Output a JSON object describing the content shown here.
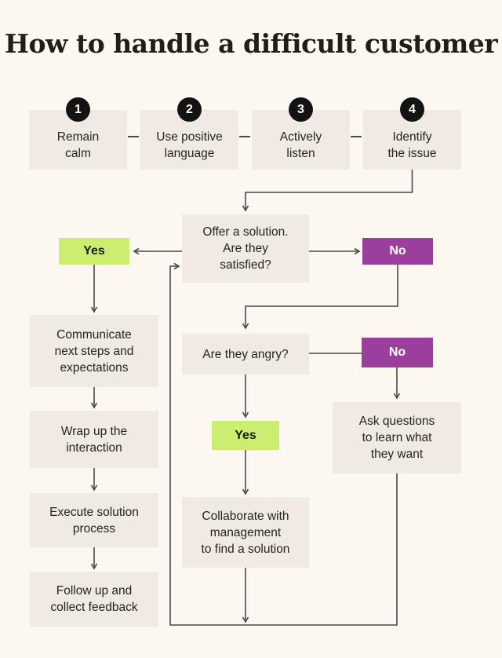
{
  "title": "How to handle a difficult customer",
  "colors": {
    "background": "#FCF7F0",
    "node_fill": "#F1EAE2",
    "yes_green": "#CBEE70",
    "no_purple": "#9C3E9C",
    "line": "#4A4A4A",
    "badge": "#131313",
    "text": "#26231E"
  },
  "steps": [
    {
      "number": "1",
      "label": "Remain\ncalm"
    },
    {
      "number": "2",
      "label": "Use positive\nlanguage"
    },
    {
      "number": "3",
      "label": "Actively\nlisten"
    },
    {
      "number": "4",
      "label": "Identify\nthe issue"
    }
  ],
  "nodes": {
    "offer": "Offer a solution.\nAre they\nsatisfied?",
    "yes1": "Yes",
    "no1": "No",
    "communicate": "Communicate\nnext steps and\nexpectations",
    "wrap_up": "Wrap up the\ninteraction",
    "execute": "Execute solution\nprocess",
    "follow_up": "Follow up and\ncollect feedback",
    "angry": "Are they angry?",
    "yes2": "Yes",
    "no2": "No",
    "collaborate": "Collaborate with\nmanagement\nto find a solution",
    "ask": "Ask questions\nto learn what\nthey want"
  }
}
